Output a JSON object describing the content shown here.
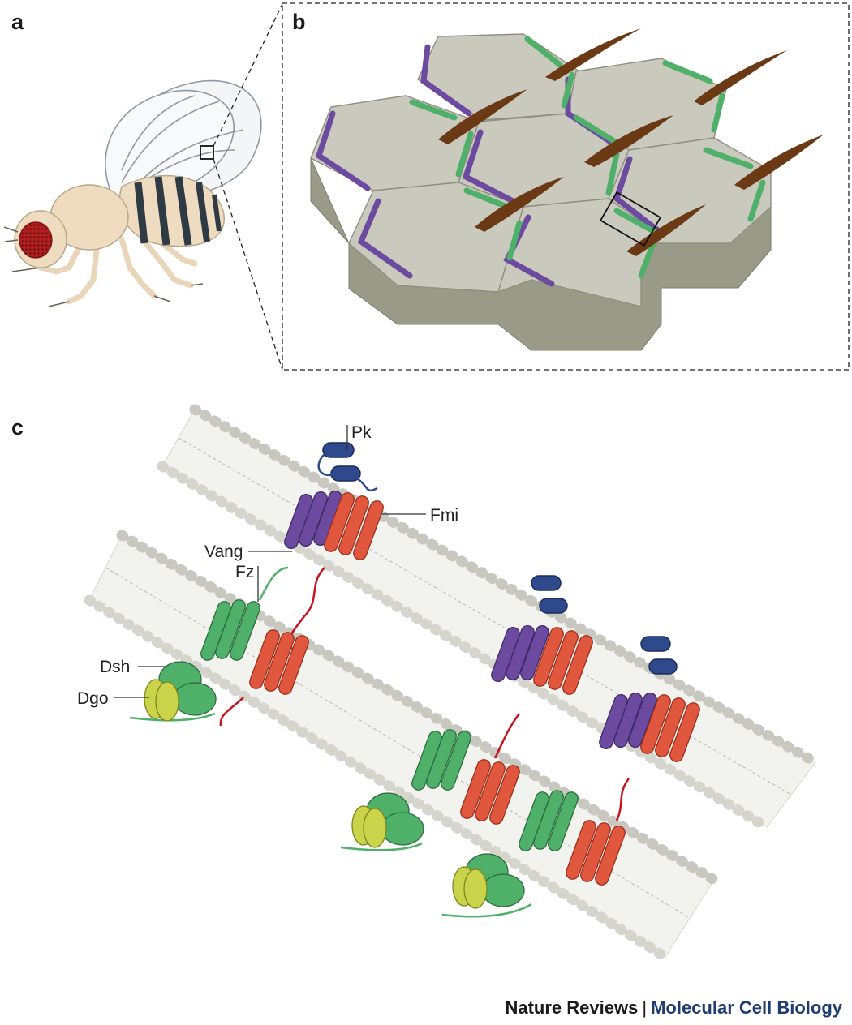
{
  "panels": {
    "a": "a",
    "b": "b",
    "c": "c"
  },
  "labels": {
    "pk": "Pk",
    "fmi": "Fmi",
    "vang": "Vang",
    "fz": "Fz",
    "dsh": "Dsh",
    "dgo": "Dgo"
  },
  "credit": {
    "journal": "Nature Reviews",
    "separator": "|",
    "subtitle": "Molecular Cell Biology"
  },
  "colors": {
    "frizzled_green": "#4fb06a",
    "vang_purple": "#6b4aa0",
    "flamingo_red": "#e0573e",
    "prickle_blue": "#2e4a8c",
    "dgo_yellow": "#c9d44a",
    "cell_top": "#c9c9be",
    "cell_side": "#9a9a88",
    "hair_brown": "#6b3a14",
    "fly_body": "#efdcc0",
    "fly_eye": "#b01e1e"
  }
}
